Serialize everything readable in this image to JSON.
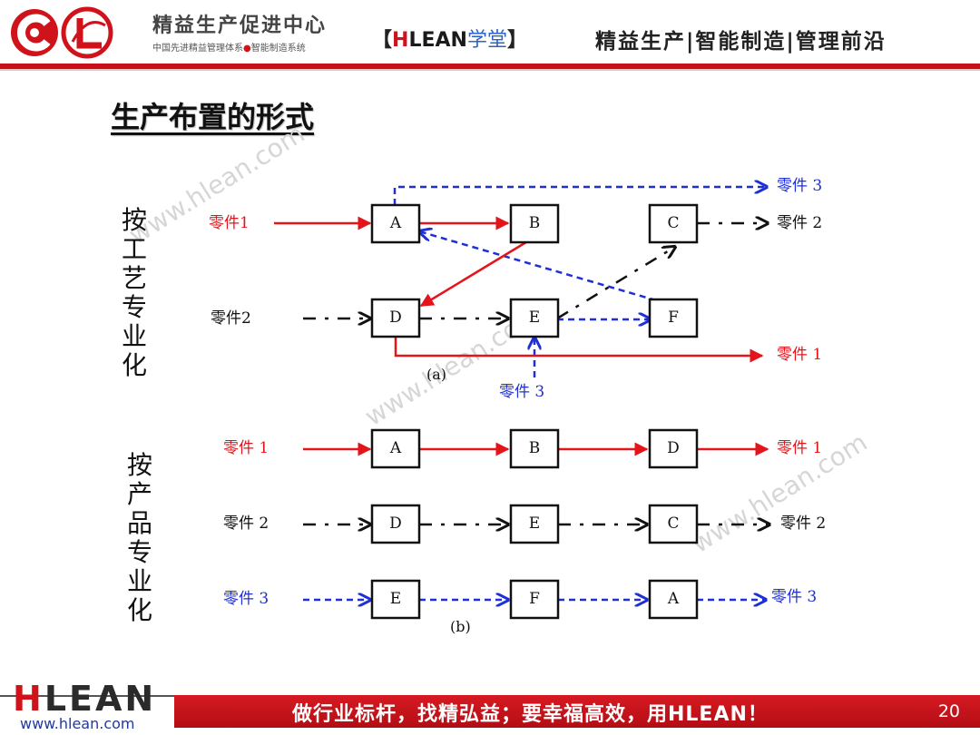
{
  "header": {
    "brand_title": "精益生产促进中心",
    "brand_subtitle_left": "中国先进精益管理体系",
    "brand_subtitle_dot": "●",
    "brand_subtitle_right": "智能制造系统",
    "school_open": "【",
    "school_h": "H",
    "school_rest": "LEAN",
    "school_xt": "学堂",
    "school_close": "】",
    "tagline": "精益生产|智能制造|管理前沿"
  },
  "title": "生产布置的形式",
  "diagram": {
    "section_a_label": [
      "按",
      "工",
      "艺",
      "专",
      "业",
      "化"
    ],
    "section_b_label": [
      "按",
      "产",
      "品",
      "专",
      "业",
      "化"
    ],
    "caption_a": "(a)",
    "caption_b": "(b)",
    "a": {
      "nodes": {
        "A": "A",
        "B": "B",
        "C": "C",
        "D": "D",
        "E": "E",
        "F": "F"
      },
      "labels": {
        "part1_in": "零件1",
        "part2_in": "零件2",
        "part3_out": "零件 3",
        "part2_out": "零件 2",
        "part1_out": "零件 1",
        "part3_in": "零件 3"
      }
    },
    "b": {
      "row1": {
        "in": "零件 1",
        "nodes": [
          "A",
          "B",
          "D"
        ],
        "out": "零件 1"
      },
      "row2": {
        "in": "零件 2",
        "nodes": [
          "D",
          "E",
          "C"
        ],
        "out": "零件 2"
      },
      "row3": {
        "in": "零件 3",
        "nodes": [
          "E",
          "F",
          "A"
        ],
        "out": "零件 3"
      }
    },
    "colors": {
      "part1": "#e4141b",
      "part2": "#111111",
      "part3": "#1f2fd6"
    },
    "watermark": "www.hlean.com"
  },
  "footer": {
    "logo_h": "H",
    "logo_rest": "LEAN",
    "url": "www.hlean.com",
    "slogan": "做行业标杆，找精弘益；要幸福高效，用HLEAN！",
    "page_number": "20"
  }
}
